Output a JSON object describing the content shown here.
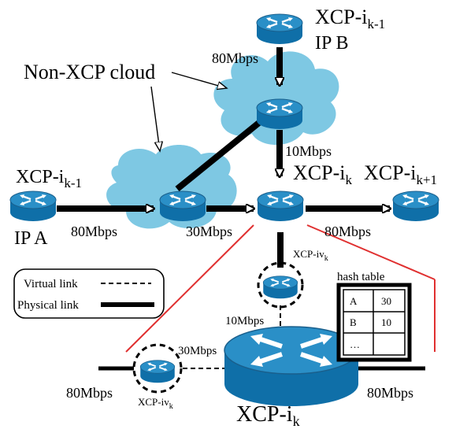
{
  "colors": {
    "router_top": "#2a8fc7",
    "router_side": "#0f6fa8",
    "router_rim": "#1a5f8c",
    "cloud": "#7ec8e3",
    "zoom_line": "#e03030",
    "link": "#000000"
  },
  "icons": {
    "router": "router-icon",
    "cloud": "cloud-icon",
    "table": "hash-table-icon"
  },
  "labels": {
    "cloud_caption": "Non-XCP cloud",
    "ip_b": "IP B",
    "ip_a": "IP A",
    "top_router_base": "XCP-i",
    "top_router_sub": "k-1",
    "left_router_base": "XCP-i",
    "left_router_sub": "k-1",
    "center_router_base": "XCP-i",
    "center_router_sub": "k",
    "right_router_base": "XCP-i",
    "right_router_sub": "k+1",
    "big_router_base": "XCP-i",
    "big_router_sub": "k",
    "virtual_top_base": "XCP-iv",
    "virtual_top_sub": "k",
    "virtual_left_base": "XCP-iv",
    "virtual_left_sub": "k"
  },
  "links": {
    "top_to_cloud": "80Mbps",
    "cloud_to_center": "10Mbps",
    "left_to_cloud": "80Mbps",
    "cloud_to_center_h": "30Mbps",
    "center_to_right": "80Mbps",
    "zoom_top_virtual": "10Mbps",
    "zoom_left_virtual": "30Mbps",
    "zoom_left_physical": "80Mbps",
    "zoom_right_physical": "80Mbps"
  },
  "legend": {
    "virtual": "Virtual link",
    "physical": "Physical link"
  },
  "hash_table": {
    "title": "hash table",
    "rows": [
      [
        "A",
        "30"
      ],
      [
        "B",
        "10"
      ],
      [
        "…",
        ""
      ]
    ]
  }
}
